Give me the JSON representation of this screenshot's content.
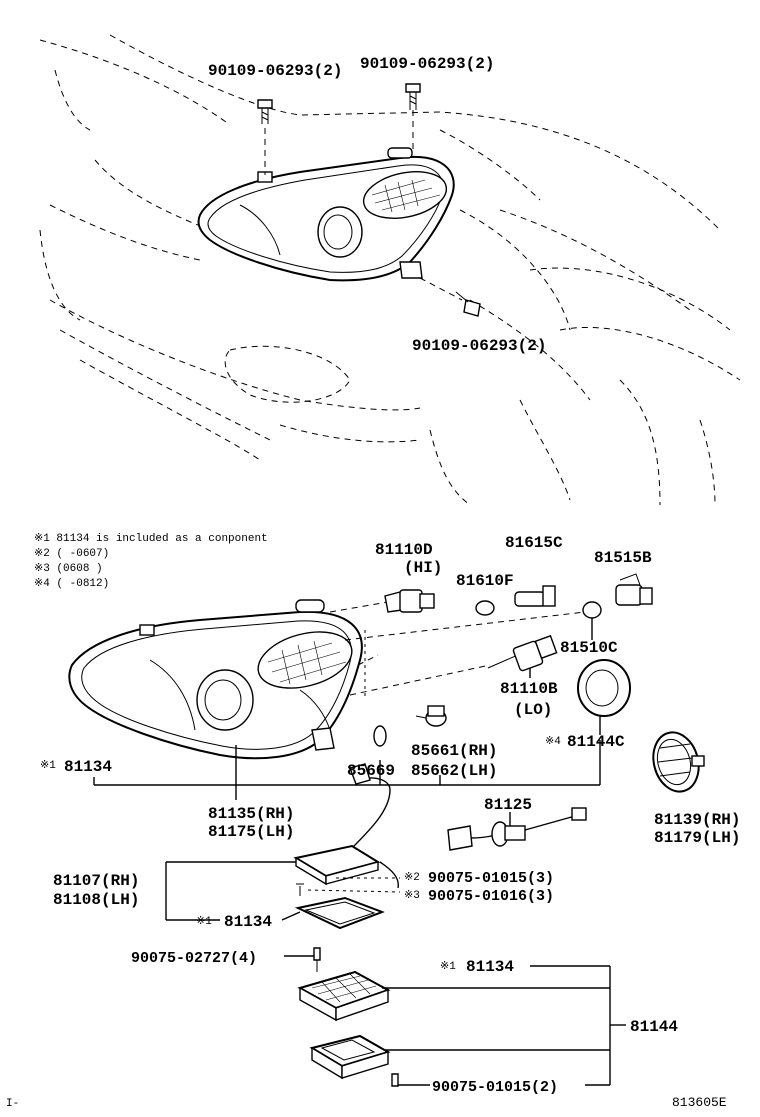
{
  "diagram": {
    "top_labels": [
      "90109-06293(2)",
      "90109-06293(2)",
      "90109-06293(2)"
    ],
    "notes": [
      "※1 81134 is included as a conponent",
      "※2 (     -0607)",
      "※3 (0608     )",
      "※4 (     -0812)"
    ],
    "parts": {
      "p81110D": "81110D",
      "p81110D_sub": "(HI)",
      "p81615C": "81615C",
      "p81610F": "81610F",
      "p81515B": "81515B",
      "p81510C": "81510C",
      "p81110B": "81110B",
      "p81110B_sub": "(LO)",
      "p81144C": "81144C",
      "m81144C": "※4",
      "p81134_main": "81134",
      "m81134_main": "※1",
      "p85661": "85661(RH)",
      "p85662": "85662(LH)",
      "p85669": "85669",
      "p81135": "81135(RH)",
      "p81175": "81175(LH)",
      "p81139": "81139(RH)",
      "p81179": "81179(LH)",
      "p81125": "81125",
      "p81107": "81107(RH)",
      "p81108": "81108(LH)",
      "p81134_a": "81134",
      "m81134_a": "※1",
      "p90075_01015_3": "90075-01015(3)",
      "m90075_01015_3": "※2",
      "p90075_01016_3": "90075-01016(3)",
      "m90075_01016_3": "※3",
      "p90075_02727": "90075-02727(4)",
      "p81134_b": "81134",
      "m81134_b": "※1",
      "p81144": "81144",
      "p90075_01015_2": "90075-01015(2)"
    },
    "footer_code": "813605E",
    "corner_mark": "I-"
  }
}
